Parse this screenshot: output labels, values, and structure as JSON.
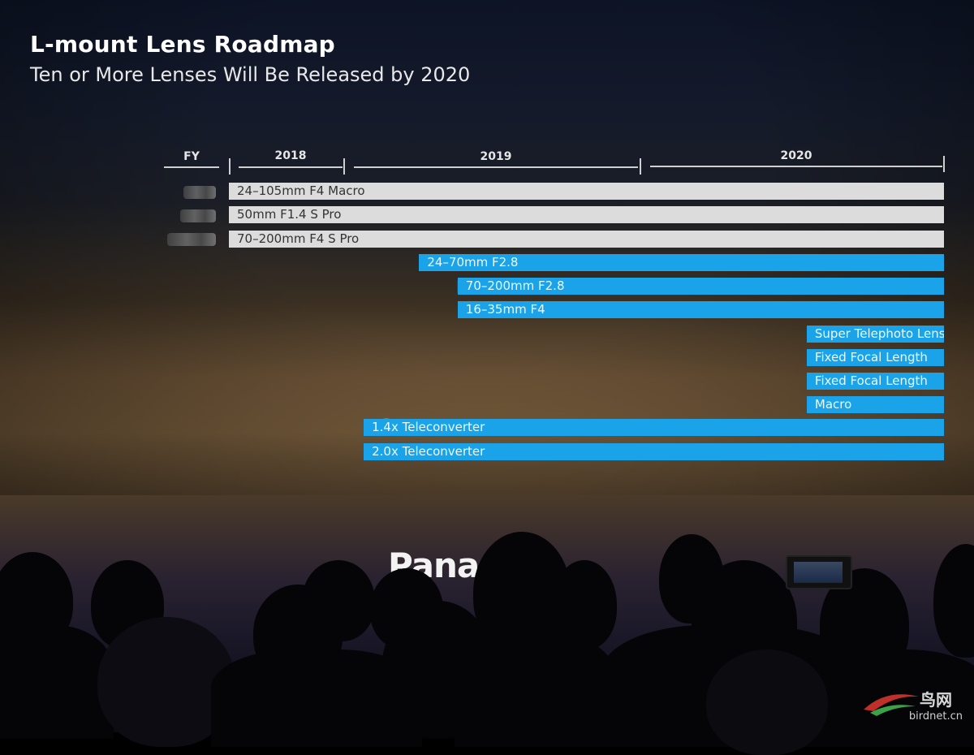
{
  "slide": {
    "title": "L-mount Lens Roadmap",
    "subtitle": "Ten or More Lenses Will Be Released by 2020"
  },
  "timeline": {
    "fy_label": "FY",
    "years": [
      "2018",
      "2019",
      "2020"
    ]
  },
  "bars": [
    {
      "label": "24–105mm F4 Macro",
      "color": "gray",
      "start": 2018.0,
      "end": 2020.97
    },
    {
      "label": "50mm F1.4 S Pro",
      "color": "gray",
      "start": 2018.0,
      "end": 2020.97
    },
    {
      "label": "70–200mm F4 S Pro",
      "color": "gray",
      "start": 2018.0,
      "end": 2020.97
    },
    {
      "label": "24–70mm F2.8",
      "color": "blue",
      "start": 2018.79,
      "end": 2020.97
    },
    {
      "label": "70–200mm F2.8",
      "color": "blue",
      "start": 2018.95,
      "end": 2020.97
    },
    {
      "label": "16–35mm F4",
      "color": "blue",
      "start": 2018.95,
      "end": 2020.97
    },
    {
      "label": "Super Telephoto Lens",
      "color": "blue",
      "start": 2020.4,
      "end": 2020.97
    },
    {
      "label": "Fixed Focal Length",
      "color": "blue",
      "start": 2020.4,
      "end": 2020.97
    },
    {
      "label": "Fixed Focal Length",
      "color": "blue",
      "start": 2020.4,
      "end": 2020.97
    },
    {
      "label": "Macro",
      "color": "blue",
      "start": 2020.4,
      "end": 2020.97
    },
    {
      "label": "1.4x Teleconverter",
      "color": "blue",
      "start": 2018.56,
      "end": 2020.97
    },
    {
      "label": "2.0x Teleconverter",
      "color": "blue",
      "start": 2018.56,
      "end": 2020.97
    }
  ],
  "stage": {
    "logo_text": "Panas"
  },
  "watermark": {
    "cn": "鸟网",
    "url": "birdnet.cn"
  },
  "colors": {
    "gray_bar": "#dcdcdc",
    "blue_bar": "#1aa3e8"
  }
}
